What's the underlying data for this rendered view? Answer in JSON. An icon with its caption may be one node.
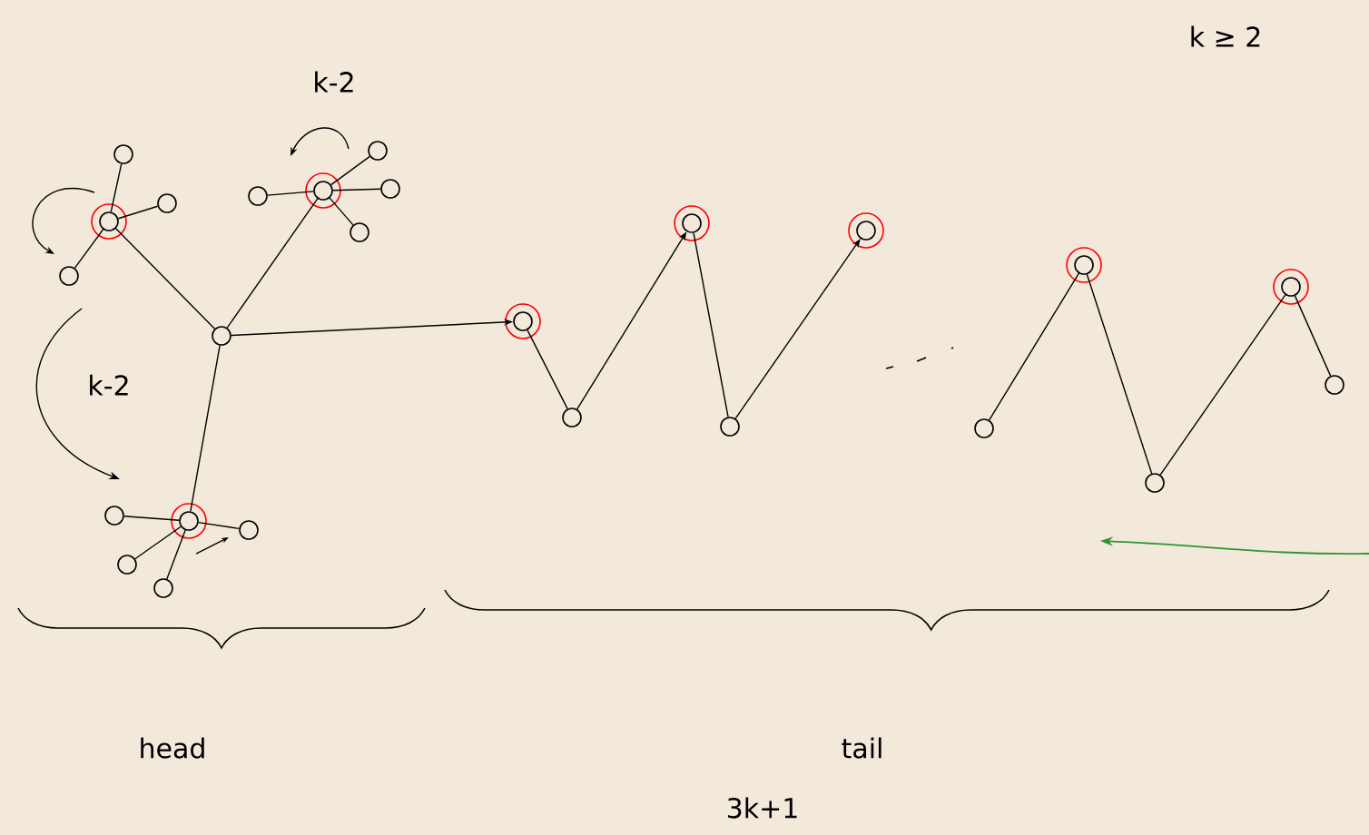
{
  "diagram": {
    "nodes": [
      {
        "text": [],
        "shape": "circle"
      },
      {
        "text": [],
        "shape": "circle"
      },
      {
        "text": [],
        "shape": "circle"
      },
      {
        "text": [],
        "shape": "circle"
      },
      {
        "text": [],
        "shape": "circle"
      },
      {
        "text": [],
        "shape": "circle"
      },
      {
        "text": [],
        "shape": "circle"
      },
      {
        "text": [],
        "shape": "circle"
      },
      {
        "text": [],
        "shape": "circle"
      },
      {
        "text": [],
        "shape": "circle"
      },
      {
        "text": [],
        "shape": "circle"
      },
      {
        "text": [],
        "shape": "circle"
      },
      {
        "text": [],
        "shape": "circle"
      },
      {
        "text": [],
        "shape": "circle"
      },
      {
        "text": [],
        "shape": "circle"
      },
      {
        "text": [],
        "shape": "circle"
      },
      {
        "text": [],
        "shape": "circle"
      },
      {
        "text": [],
        "shape": "circle"
      },
      {
        "text": [],
        "shape": "circle"
      },
      {
        "text": [],
        "shape": "circle"
      },
      {
        "text": [],
        "shape": "circle"
      },
      {
        "text": [],
        "shape": "circle"
      },
      {
        "text": [],
        "shape": "circle"
      },
      {
        "text": [],
        "shape": "circle"
      },
      {
        "text": [],
        "shape": "circle"
      }
    ],
    "edges": [
      {
        "from": 0,
        "to": 1,
        "arrow": "none"
      },
      {
        "from": 0,
        "to": 5,
        "arrow": "none"
      },
      {
        "from": 0,
        "to": 10,
        "arrow": "none"
      },
      {
        "from": 0,
        "to": 15,
        "arrow": "to"
      },
      {
        "from": 1,
        "to": 2,
        "arrow": "none"
      },
      {
        "from": 1,
        "to": 3,
        "arrow": "none"
      },
      {
        "from": 1,
        "to": 4,
        "arrow": "none"
      },
      {
        "from": 5,
        "to": 6,
        "arrow": "none"
      },
      {
        "from": 5,
        "to": 7,
        "arrow": "none"
      },
      {
        "from": 5,
        "to": 8,
        "arrow": "none"
      },
      {
        "from": 5,
        "to": 9,
        "arrow": "none"
      },
      {
        "from": 10,
        "to": 11,
        "arrow": "none"
      },
      {
        "from": 10,
        "to": 12,
        "arrow": "none"
      },
      {
        "from": 10,
        "to": 13,
        "arrow": "none"
      },
      {
        "from": 10,
        "to": 14,
        "arrow": "none"
      },
      {
        "from": 15,
        "to": 16,
        "arrow": "none"
      },
      {
        "from": 16,
        "to": 17,
        "arrow": "to"
      },
      {
        "from": 17,
        "to": 18,
        "arrow": "none"
      },
      {
        "from": 18,
        "to": 19,
        "arrow": "to"
      },
      {
        "from": 20,
        "to": 21,
        "arrow": "none"
      },
      {
        "from": 21,
        "to": 22,
        "arrow": "none"
      },
      {
        "from": 22,
        "to": 23,
        "arrow": "none"
      },
      {
        "from": 23,
        "to": 24,
        "arrow": "none"
      }
    ],
    "labels": [
      "k ≥ 2",
      "k-2",
      "k-2",
      "head",
      "tail",
      "3k+1"
    ]
  }
}
